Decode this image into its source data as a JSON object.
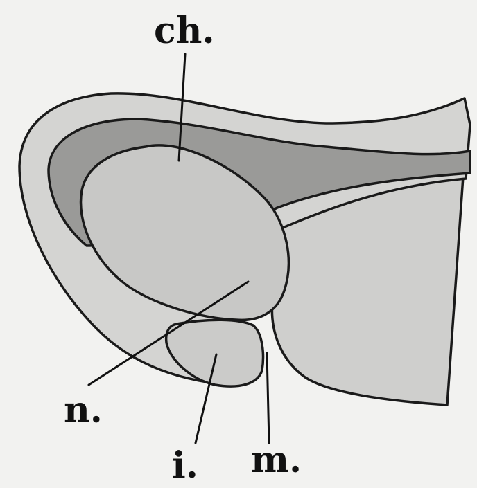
{
  "labels": {
    "ch": "ch.",
    "n": "n.",
    "i": "i.",
    "m": "m."
  },
  "colors": {
    "background": "#f2f2f0",
    "outer_layer": "#d4d4d2",
    "dark_band": "#9a9a98",
    "inner_mass": "#c8c8c6",
    "right_block": "#cfcfcd",
    "outline": "#1a1a1a"
  }
}
